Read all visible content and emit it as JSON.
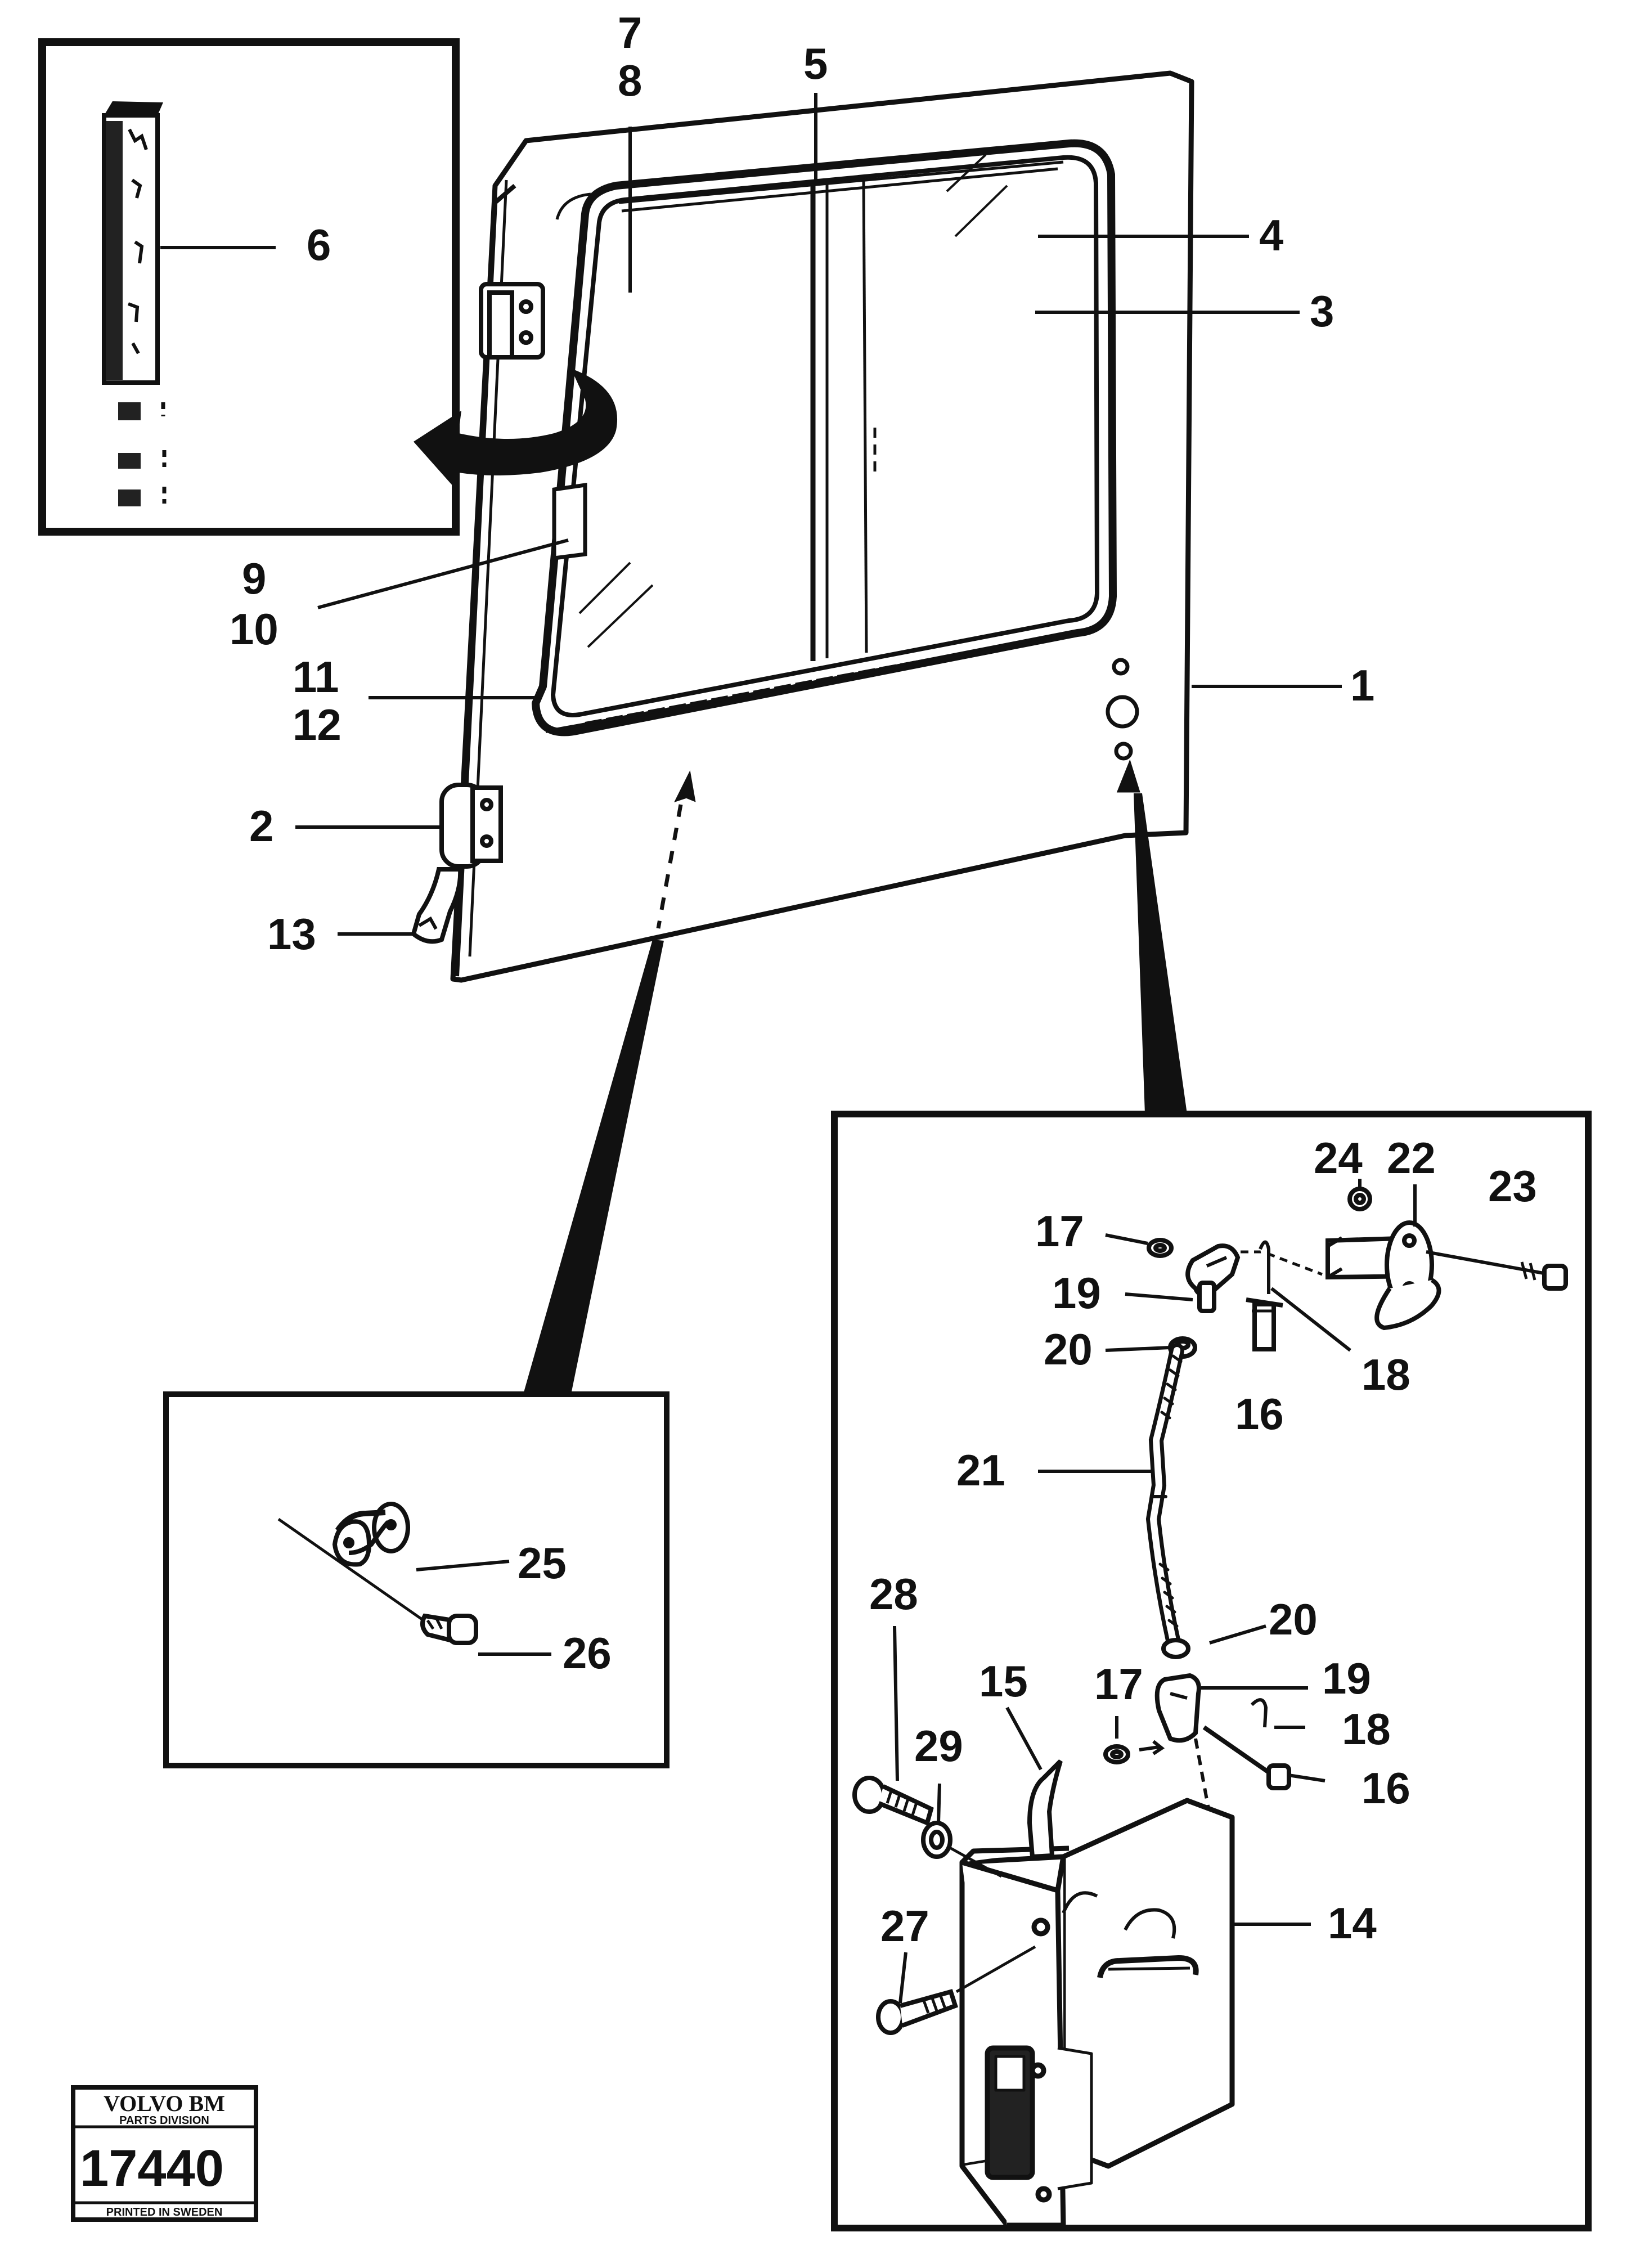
{
  "callouts": {
    "c1": "1",
    "c2": "2",
    "c3": "3",
    "c4": "4",
    "c5": "5",
    "c6": "6",
    "c7": "7",
    "c8": "8",
    "c9": "9",
    "c10": "10",
    "c11": "11",
    "c12": "12",
    "c13": "13",
    "c14": "14",
    "c15": "15",
    "c16a": "16",
    "c16b": "16",
    "c17a": "17",
    "c17b": "17",
    "c18a": "18",
    "c18b": "18",
    "c19a": "19",
    "c19b": "19",
    "c20a": "20",
    "c20b": "20",
    "c21": "21",
    "c22": "22",
    "c23": "23",
    "c24": "24",
    "c25": "25",
    "c26": "26",
    "c27": "27",
    "c28": "28",
    "c29": "29"
  },
  "stamp": {
    "brand": "VOLVO BM",
    "division": "PARTS DIVISION",
    "number": "17440",
    "printed": "PRINTED IN SWEDEN"
  },
  "colors": {
    "ink": "#111111",
    "paper": "#ffffff"
  }
}
